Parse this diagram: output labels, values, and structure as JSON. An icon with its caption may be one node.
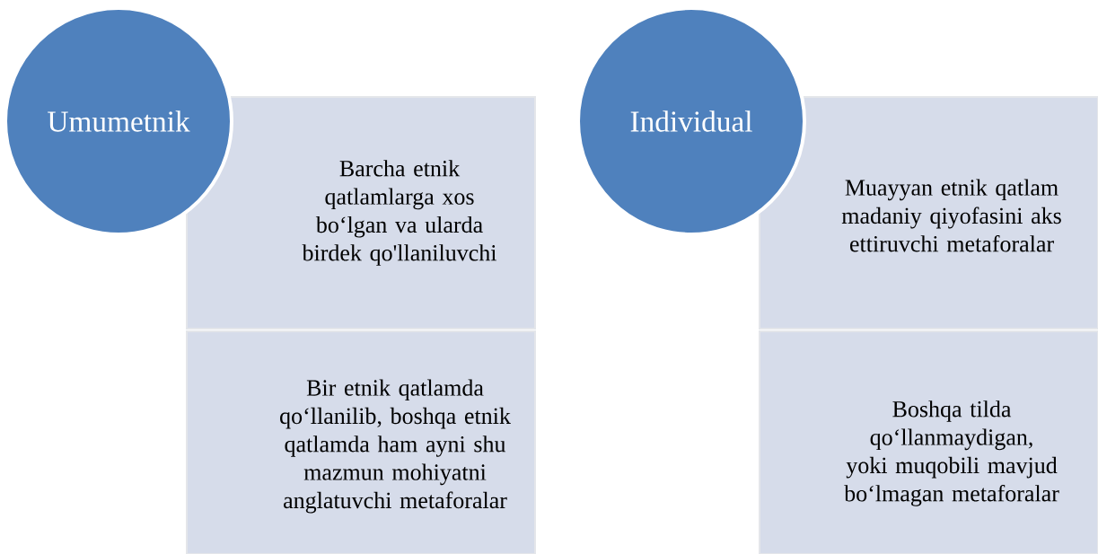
{
  "diagram": {
    "nodes": [
      {
        "text": [
          "Umumetnik"
        ]
      },
      {
        "text": [
          "Barcha etnik qatlamlarga xos bo‘lgan va ularda birdek qo'llaniluvchi"
        ]
      },
      {
        "text": [
          "Bir etnik qatlamda qo‘llanilib, boshqa etnik qatlamda ham ayni shu mazmun mohiyatni anglatuvchi metaforalar"
        ]
      },
      {
        "text": [
          "Individual"
        ]
      },
      {
        "text": [
          "Muayyan etnik qatlam madaniy qiyofasini aks ettiruvchi metaforalar"
        ]
      },
      {
        "text": [
          "Boshqa tilda qo‘llanmaydigan, yoki muqobili mavjud bo‘lmagan metaforalar"
        ]
      }
    ]
  }
}
